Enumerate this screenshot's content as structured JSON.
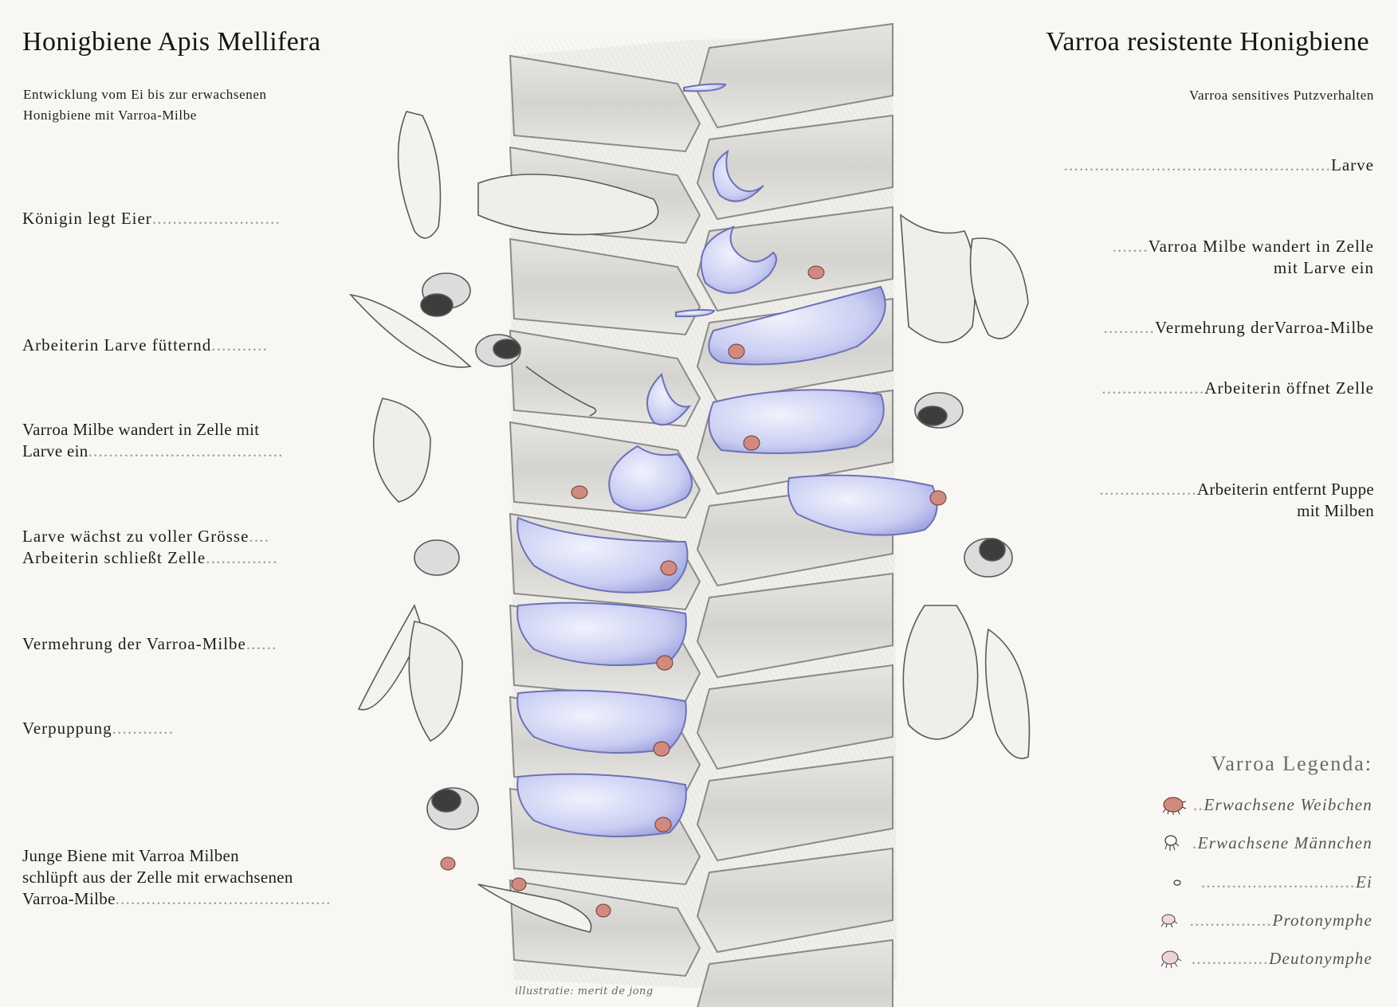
{
  "left": {
    "title": "Honigbiene Apis Mellifera",
    "subtitle_lines": [
      "Entwicklung vom Ei bis zur erwachsenen",
      "Honigbiene mit Varroa-Milbe"
    ],
    "stages": [
      {
        "lines": [
          "Königin legt Eier"
        ],
        "dots": "........................."
      },
      {
        "lines": [
          "Arbeiterin Larve  fütternd"
        ],
        "dots": "..........."
      },
      {
        "lines": [
          "Varroa Milbe wandert in Zelle mit",
          "Larve ein"
        ],
        "dots": "......................................"
      },
      {
        "lines": [
          "Larve  wächst zu voller Grösse",
          "Arbeiterin schließt Zelle"
        ],
        "dots": [
          "....",
          ".............."
        ]
      },
      {
        "lines": [
          "Vermehrung der Varroa-Milbe"
        ],
        "dots": "......"
      },
      {
        "lines": [
          "Verpuppung"
        ],
        "dots": "............"
      },
      {
        "lines": [
          "Junge Biene mit Varroa Milben",
          "schlüpft aus der Zelle mit erwachsenen",
          "Varroa-Milbe"
        ],
        "dots": ".........................................."
      }
    ]
  },
  "right": {
    "title": "Varroa resistente Honigbiene",
    "subtitle": "Varroa sensitives Putzverhalten",
    "stages": [
      {
        "dots": "....................................................",
        "lines": [
          "Larve"
        ]
      },
      {
        "dots": ".......",
        "lines": [
          "Varroa Milbe  wandert in  Zelle",
          "mit Larve ein"
        ]
      },
      {
        "dots": "..........",
        "lines": [
          "Vermehrung derVarroa-Milbe"
        ]
      },
      {
        "dots": "....................",
        "lines": [
          "Arbeiterin  öffnet Zelle"
        ]
      },
      {
        "dots": "...................",
        "lines": [
          "Arbeiterin entfernt Puppe",
          "mit Milben"
        ]
      }
    ]
  },
  "legend": {
    "title": "Varroa Legenda:",
    "items": [
      {
        "icon": "adult-female-mite-icon",
        "dots": "..",
        "label": "Erwachsene  Weibchen"
      },
      {
        "icon": "adult-male-mite-icon",
        "dots": ".",
        "label": "Erwachsene  Männchen"
      },
      {
        "icon": "egg-icon",
        "dots": "..............................",
        "label": "Ei"
      },
      {
        "icon": "protonymph-icon",
        "dots": "................",
        "label": "Protonymphe"
      },
      {
        "icon": "deutonymph-icon",
        "dots": "...............",
        "label": "Deutonymphe"
      }
    ]
  },
  "credit": "illustratie: merit de jong",
  "colors": {
    "background": "#f8f7f3",
    "larva": "#c9cdf2",
    "larva_outline": "#6d71b6",
    "mite_female": "#d08a7f",
    "comb_pencil": "#8a8a8a"
  }
}
